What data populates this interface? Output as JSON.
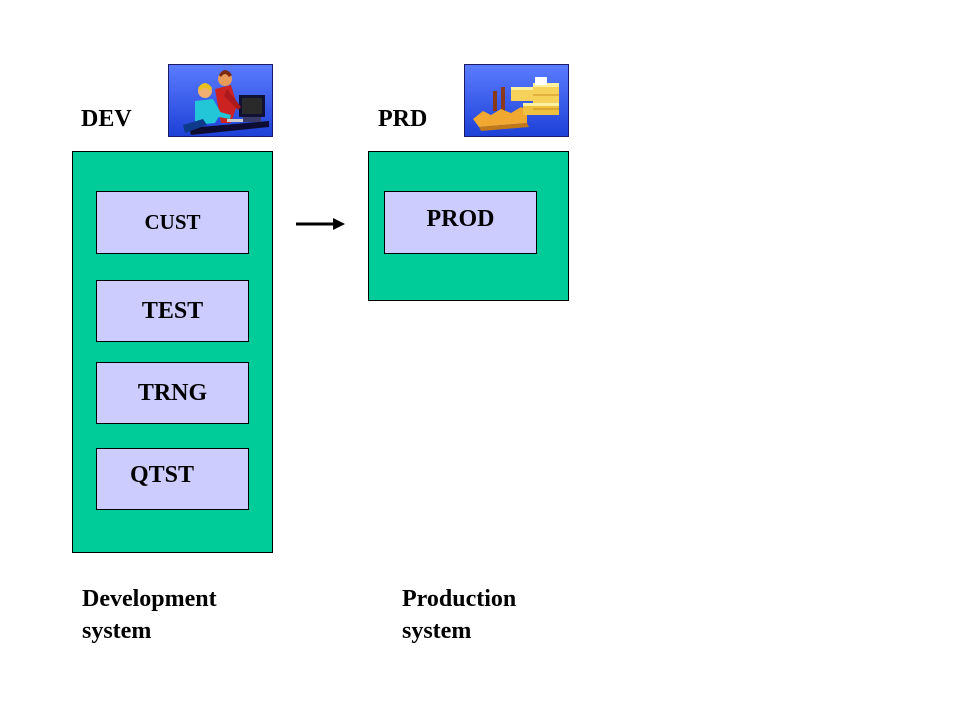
{
  "dev": {
    "label": "DEV",
    "icon": "developers-at-computer-icon",
    "clients": [
      "CUST",
      "TEST",
      "TRNG",
      "QTST"
    ],
    "caption_line1": "Development",
    "caption_line2": "system"
  },
  "prd": {
    "label": "PRD",
    "icon": "factory-production-icon",
    "clients": [
      "PROD"
    ],
    "caption_line1": "Production",
    "caption_line2": "system"
  },
  "colors": {
    "panel": "#00cc99",
    "client_box": "#ccccff",
    "icon_background": "#3366ff"
  }
}
